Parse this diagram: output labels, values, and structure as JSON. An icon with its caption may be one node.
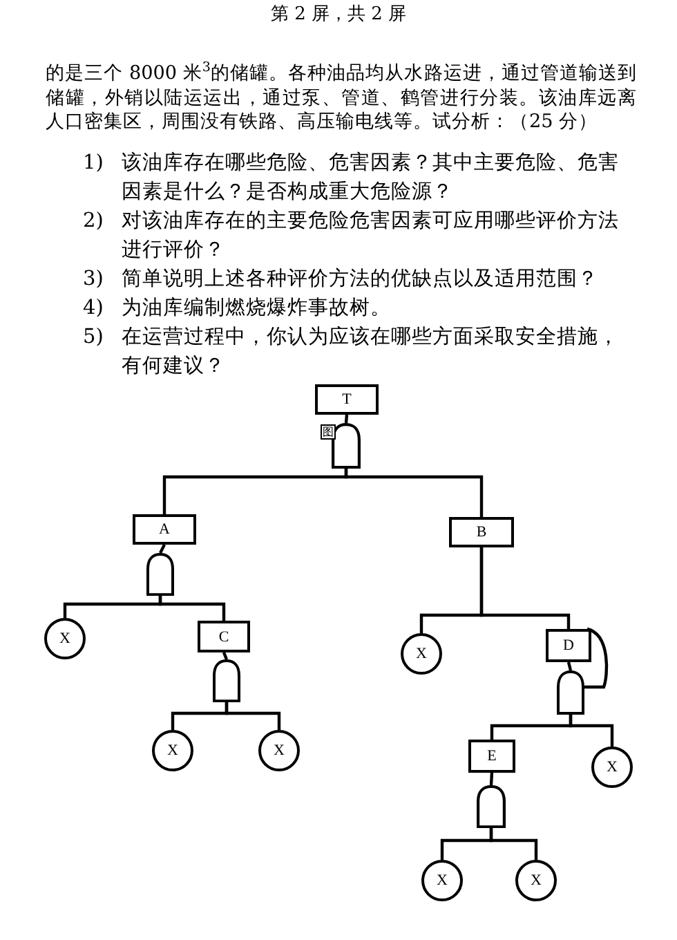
{
  "diagram": {
    "nodes": [
      {
        "text": [
          "T"
        ]
      },
      {
        "text": [],
        "shape": "gate"
      },
      {
        "text": [
          "A"
        ]
      },
      {
        "text": [
          "B"
        ]
      },
      {
        "text": [],
        "shape": "gate"
      },
      {
        "text": [
          "X"
        ]
      },
      {
        "text": [
          "C"
        ]
      },
      {
        "text": [],
        "shape": "gate"
      },
      {
        "text": [
          "X"
        ]
      },
      {
        "text": [
          "X"
        ]
      },
      {
        "text": [
          "X"
        ]
      },
      {
        "text": [
          "D"
        ]
      },
      {
        "text": [],
        "shape": "gate"
      },
      {
        "text": [
          "E"
        ]
      },
      {
        "text": [
          "X"
        ]
      },
      {
        "text": [],
        "shape": "gate"
      },
      {
        "text": [
          "X"
        ]
      },
      {
        "text": [
          "X"
        ]
      }
    ],
    "edges": [
      {
        "from": 0,
        "to": 1,
        "arrow": "none"
      },
      {
        "from": 1,
        "to": 2,
        "arrow": "none"
      },
      {
        "from": 1,
        "to": 3,
        "arrow": "none"
      },
      {
        "from": 2,
        "to": 4,
        "arrow": "none"
      },
      {
        "from": 4,
        "to": 5,
        "arrow": "none"
      },
      {
        "from": 4,
        "to": 6,
        "arrow": "none"
      },
      {
        "from": 6,
        "to": 7,
        "arrow": "none"
      },
      {
        "from": 7,
        "to": 8,
        "arrow": "none"
      },
      {
        "from": 7,
        "to": 9,
        "arrow": "none"
      },
      {
        "from": 3,
        "to": 10,
        "arrow": "none"
      },
      {
        "from": 3,
        "to": 11,
        "arrow": "none"
      },
      {
        "from": 11,
        "to": 12,
        "arrow": "none"
      },
      {
        "from": 11,
        "to": 12,
        "arrow": "none"
      },
      {
        "from": 12,
        "to": 13,
        "arrow": "none"
      },
      {
        "from": 12,
        "to": 14,
        "arrow": "none"
      },
      {
        "from": 13,
        "to": 15,
        "arrow": "none"
      },
      {
        "from": 15,
        "to": 16,
        "arrow": "none"
      },
      {
        "from": 15,
        "to": 17,
        "arrow": "none"
      }
    ],
    "labels": [
      "第 2 屏，共 2 屏",
      "的是三个 8000 米$^{3}$的储罐。各种油品均从水路运进，通过管道输送到储罐，外销以陆运运出，通过泵、管道、鹤管进行分装。该油库远离人口密集区，周围没有铁路、高压输电线等。试分析：（25 分）",
      "1)",
      "该油库存在哪些危险、危害因素？其中主要危险、危害因素是什么？是否构成重大危险源？",
      "2)",
      "对该油库存在的主要危险危害因素可应用哪些评价方法进行评价？",
      "3)",
      "简单说明上述各种评价方法的优缺点以及适用范围？",
      "4)",
      "为油库编制燃烧爆炸事故树。",
      "5)",
      "在运营过程中，你认为应该在哪些方面采取安全措施，有何建议？",
      "图"
    ]
  }
}
